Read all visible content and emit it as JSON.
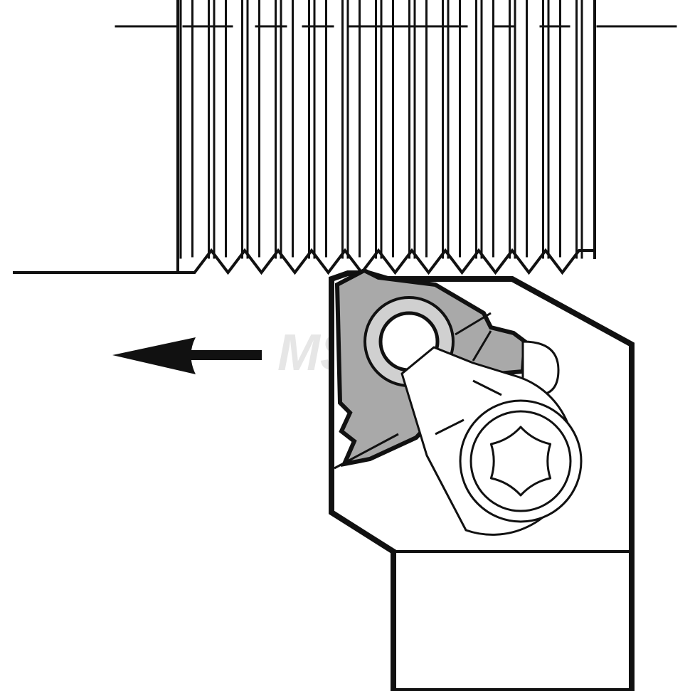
{
  "figure": {
    "watermark": "MSC",
    "colors": {
      "ink": "#111111",
      "insert_fill": "#a9a9a9",
      "background": "#ffffff",
      "watermark": "#e6e6e6"
    },
    "parts": {
      "workpiece": "threaded-workpiece",
      "tool": "threading-tool-holder",
      "insert": "threading-insert",
      "clamp": "clamp-lever",
      "screw": "torx-clamp-screw",
      "feed": "feed-direction-arrow"
    }
  }
}
